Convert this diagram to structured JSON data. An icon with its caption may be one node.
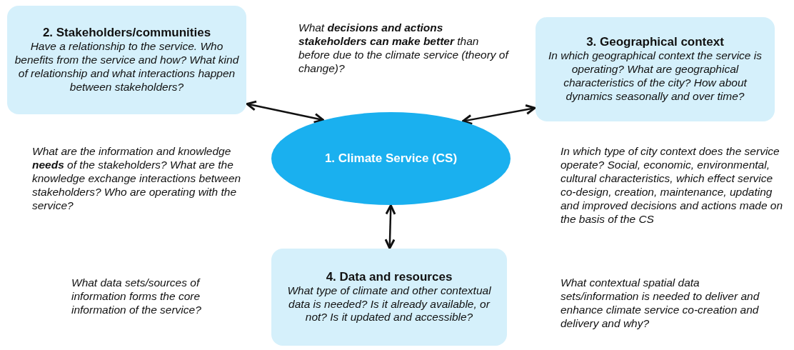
{
  "diagram": {
    "nodes": [
      {
        "text": [
          "1. Climate Service (CS)"
        ]
      },
      {
        "text": [
          "2. Stakeholders/communities",
          "Have a relationship to the service. Who benefits from the service and how? What kind of relationship and what interactions happen between stakeholders?"
        ]
      },
      {
        "text": [
          "3. Geographical context",
          "In which geographical context the service is operating? What are geographical characteristics of the city? How about dynamics seasonally and over time?"
        ]
      },
      {
        "text": [
          "4. Data and resources",
          "What type of climate and other contextual data is needed? Is it already available, or not? Is it updated and accessible?"
        ]
      }
    ],
    "edges": [
      {
        "from": 1,
        "to": 0,
        "arrow": "both"
      },
      {
        "from": 2,
        "to": 0,
        "arrow": "both"
      },
      {
        "from": 0,
        "to": 3,
        "arrow": "both"
      }
    ],
    "labels": [
      "What **decisions and actions stakeholders can make better** than before due to the climate service (theory of change)?",
      "What are the information and knowledge **needs** of the stakeholders? What are the knowledge exchange interactions between stakeholders? Who are operating with the service?",
      "In which type of city context does the service operate? Social, economic, environmental, cultural characteristics, which effect service co-design, creation, maintenance, updating and improved decisions and actions made on the basis of the CS",
      "What data sets/sources of information forms the core information of the service?",
      "What contextual spatial data sets/information is needed to deliver and enhance climate service co-creation and delivery and why?"
    ]
  }
}
